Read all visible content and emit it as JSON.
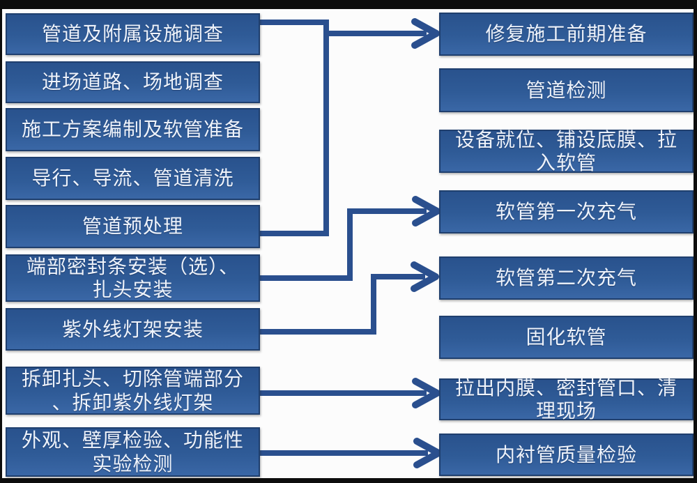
{
  "diagram": {
    "type": "flowchart",
    "left_column": [
      {
        "label": "管道及附属设施调查"
      },
      {
        "label": "进场道路、场地调查"
      },
      {
        "label": "施工方案编制及软管准备"
      },
      {
        "label": "导行、导流、管道清洗"
      },
      {
        "label": "管道预处理"
      },
      {
        "label": "端部密封条安装（选）、\n扎头安装"
      },
      {
        "label": "紫外线灯架安装"
      },
      {
        "label": "拆卸扎头、切除管端部分\n、拆卸紫外线灯架"
      },
      {
        "label": "外观、壁厚检验、功能性\n实验检测"
      }
    ],
    "right_column": [
      {
        "label": "修复施工前期准备"
      },
      {
        "label": "管道检测"
      },
      {
        "label": "设备就位、铺设底膜、拉\n入软管"
      },
      {
        "label": "软管第一次充气"
      },
      {
        "label": "软管第二次充气"
      },
      {
        "label": "固化软管"
      },
      {
        "label": "拉出内膜、密封管口、清\n理现场"
      },
      {
        "label": "内衬管质量检验"
      }
    ],
    "connections": [
      {
        "from": "left-group-1-5",
        "to": "修复施工前期准备"
      },
      {
        "from": "端部密封条安装（选）、扎头安装",
        "to": "软管第一次充气"
      },
      {
        "from": "紫外线灯架安装",
        "to": "软管第二次充气"
      },
      {
        "from": "拆卸扎头、切除管端部分、拆卸紫外线灯架",
        "to": "拉出内膜、密封管口、清理现场"
      },
      {
        "from": "外观、壁厚检验、功能性实验检测",
        "to": "内衬管质量检验"
      }
    ],
    "colors": {
      "box_fill": "#2f5b97",
      "box_border": "#1f3f6e",
      "box_text": "#eef3fb",
      "connector": "#2a4f8e",
      "frame": "#0d0d0d",
      "background": "#fcfcfc"
    }
  }
}
